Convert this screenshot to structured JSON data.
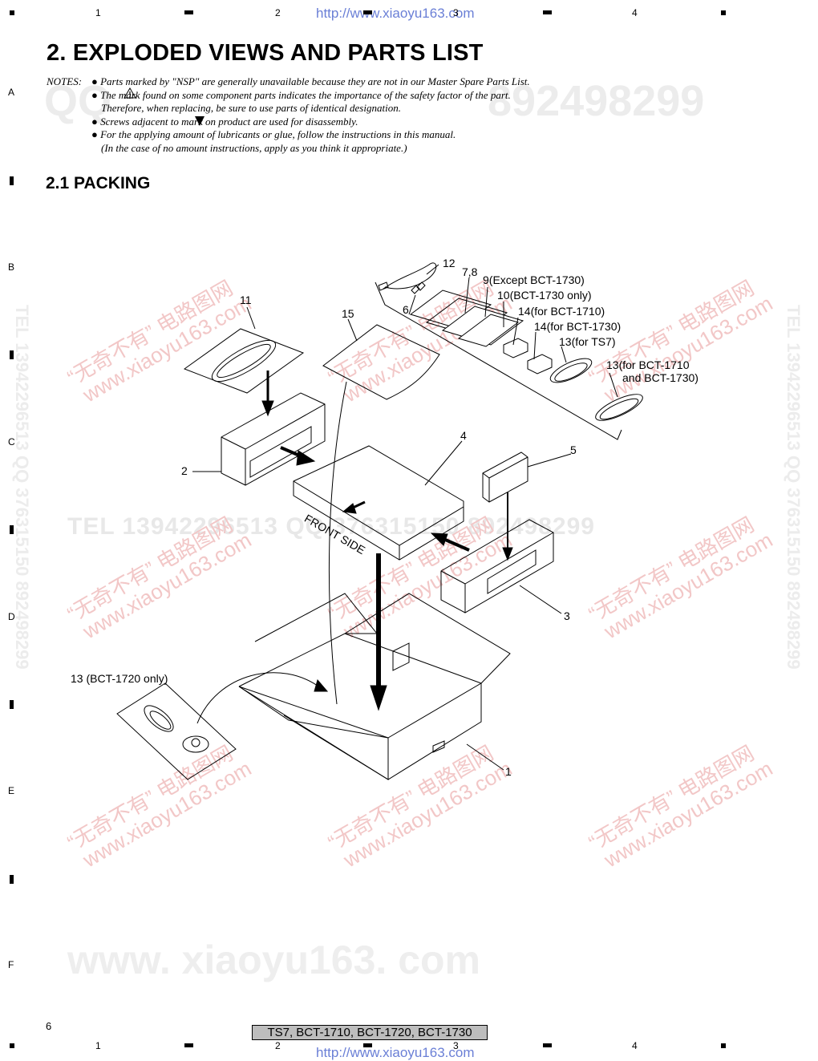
{
  "watermark": {
    "top_url": "http://www.xiaoyu163.com",
    "bottom_url": "http://www.xiaoyu163.com",
    "qq_top": "QQ",
    "qq_number": "892498299",
    "tel_line": "TEL 13942296513   QQ 376315150   892498299",
    "side_text": "TEL 13942296513  QQ 376315150  892498299",
    "big_site": "www. xiaoyu163. com",
    "stamp_cn": "“无奇不有” 电路图网",
    "stamp_site": "www.xiaoyu163.com"
  },
  "grid": {
    "columns": [
      "1",
      "2",
      "3",
      "4"
    ],
    "rows": [
      "A",
      "B",
      "C",
      "D",
      "E",
      "F"
    ]
  },
  "page": {
    "title": "2. EXPLODED VIEWS AND PARTS LIST",
    "section": "2.1 PACKING",
    "page_number": "6",
    "footer_models": "TS7, BCT-1710, BCT-1720, BCT-1730"
  },
  "notes": {
    "label": "NOTES:",
    "bullet": "●",
    "items": [
      "Parts marked by \"NSP\" are generally unavailable because they are not in our Master Spare Parts List.",
      "The      mark found on some component parts indicates the importance of the safety factor of the part.",
      "Therefore, when replacing, be sure to use parts of identical designation.",
      "Screws adjacent to      mark on product are used for disassembly.",
      "For the applying amount of lubricants or glue, follow the instructions in this manual.",
      "(In the case of no amount instructions, apply as you think it appropriate.)"
    ]
  },
  "diagram": {
    "front_side_label": "FRONT SIDE",
    "callouts": {
      "c12": "12",
      "c78": "7,8",
      "c9": "9(Except BCT-1730)",
      "c10": "10(BCT-1730 only)",
      "c14a": "14(for BCT-1710)",
      "c14b": "14(for BCT-1730)",
      "c13ts7": "13(for TS7)",
      "c13bct_1": "13(for BCT-1710",
      "c13bct_2": "and BCT-1730)",
      "c6": "6",
      "c15": "15",
      "c11": "11",
      "c2": "2",
      "c4": "4",
      "c5": "5",
      "c3": "3",
      "c13_1720": "13 (BCT-1720 only)",
      "c1": "1"
    }
  }
}
